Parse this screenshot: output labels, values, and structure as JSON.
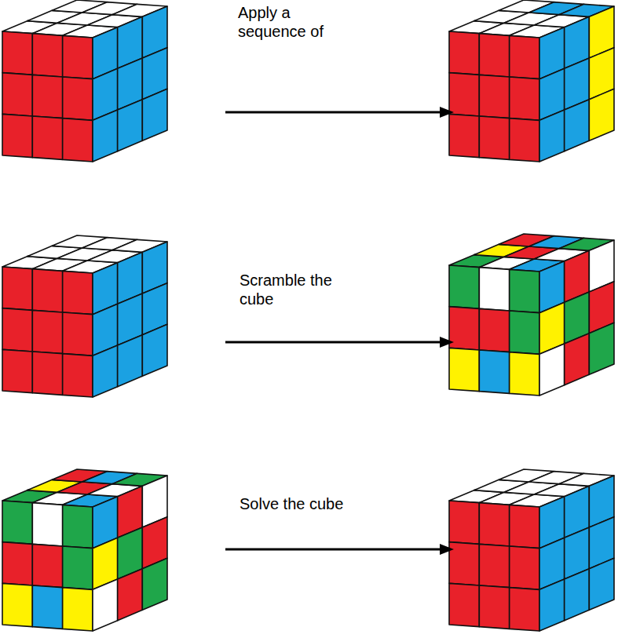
{
  "diagram": {
    "labels": [
      "Apply a sequence of",
      "Scramble the cube",
      "Solve the cube"
    ]
  }
}
